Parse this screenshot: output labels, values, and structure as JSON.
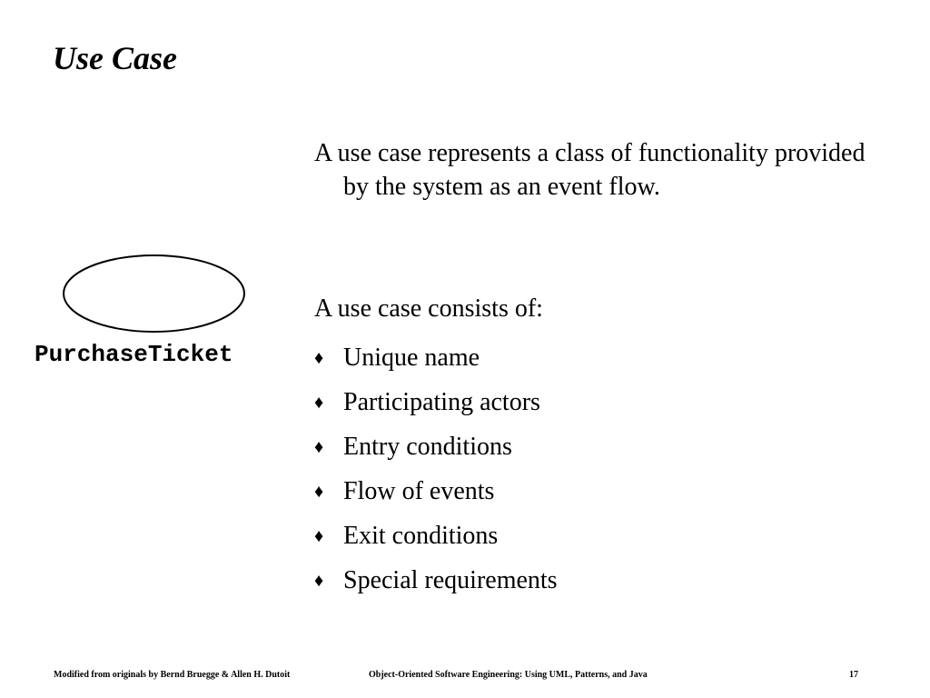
{
  "slide": {
    "title": "Use Case"
  },
  "diagram": {
    "use_case_name": "PurchaseTicket"
  },
  "content": {
    "description": "A use case represents a class of functionality provided by the system as an event flow.",
    "consists_intro": "A use case consists of:",
    "bullet_symbol": "♦",
    "items": [
      "Unique name",
      "Participating actors",
      "Entry conditions",
      "Flow of events",
      "Exit conditions",
      "Special requirements"
    ]
  },
  "footer": {
    "left": "Modified from originals by Bernd Bruegge & Allen H. Dutoit",
    "center": "Object-Oriented Software Engineering: Using UML, Patterns, and Java",
    "page_number": "17"
  }
}
